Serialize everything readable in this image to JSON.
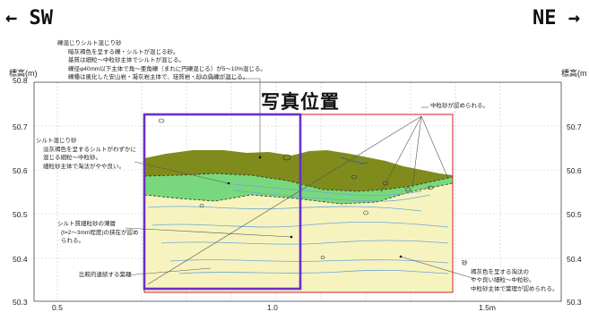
{
  "direction": {
    "left": "← SW",
    "right": "NE →"
  },
  "axes": {
    "y_title_left": "標高(m)",
    "y_title_right": "標高(m",
    "y_ticks_left": [
      "50.8",
      "50.7",
      "50.6",
      "50.5",
      "50.4",
      "50.3"
    ],
    "y_ticks_right": [
      "50.7",
      "50.6",
      "50.5",
      "50.4",
      "50.3"
    ],
    "x_ticks": [
      "0.5",
      "1.0",
      "1.5m"
    ]
  },
  "photo_label": "写真位置",
  "annotations": {
    "top_block": [
      "礫混じりシルト混じり砂",
      "暗灰褐色を呈する礫・シルトが混じる砂。",
      "基質は細粒～中粒砂主体でシルトが混じる。",
      "礫径φ40mm以下主体で角～亜角礫（まれに円礫混じる）が5～10%混じる。",
      "礫種は風化した安山岩・凝灰岩主体で、珪質岩・砂の偽礫が混じる。"
    ],
    "silt_block": [
      "シルト混じり砂",
      "淡灰褐色を呈するシルトがわずかに",
      "混じる細粒～中粒砂。",
      "細粒砂主体で淘汰がやや良い。"
    ],
    "thin_layer_block": [
      "シルト質細粒砂の薄層",
      "(t=2～3mm程度)の挟在が認め",
      "られる。"
    ],
    "bedding_label": "比較的連続する葉理",
    "medium_sand_label": "中粒砂が認められる。",
    "sand_block": [
      "砂",
      "褐灰色を呈する淘汰の",
      "やや良い細粒～中粒砂。",
      "中粒砂主体で葉理が認められる。"
    ]
  },
  "colors": {
    "upper_layer": "#7f8c1c",
    "middle_layer": "#79d87d",
    "lower_layer": "#f7f3bf",
    "photo_frame": "#6a2fc9",
    "section_frame": "#e0404c"
  }
}
